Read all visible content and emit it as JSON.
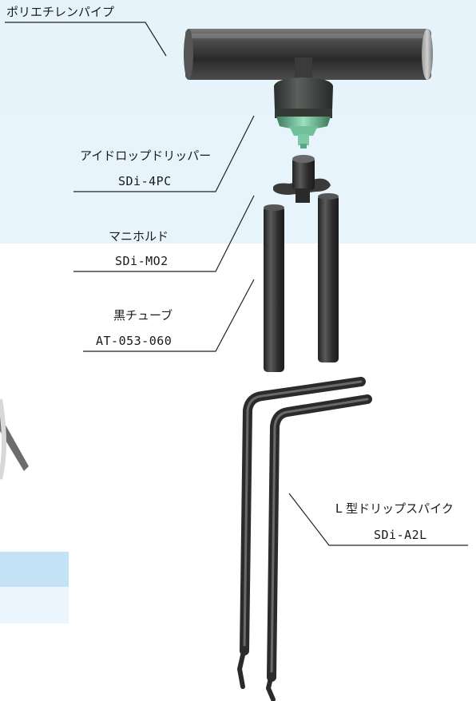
{
  "labels": {
    "pipe": "ポリエチレンパイプ",
    "dripper_name": "アイドロップドリッパー",
    "dripper_code": "SDi-4PC",
    "manifold_name": "マニホルド",
    "manifold_code": "SDi-MO2",
    "tube_name": "黒チューブ",
    "tube_code": "AT-053-060",
    "spike_name": "L 型ドリップスパイク",
    "spike_code": "SDi-A2L"
  },
  "colors": {
    "panel_bg": "#e6f3fb",
    "band_dark": "#c3e2f6",
    "band_light": "#eaf5fd",
    "pipe": "#3a3a3a",
    "dripper_green": "#5fae8a",
    "line": "#222222"
  }
}
